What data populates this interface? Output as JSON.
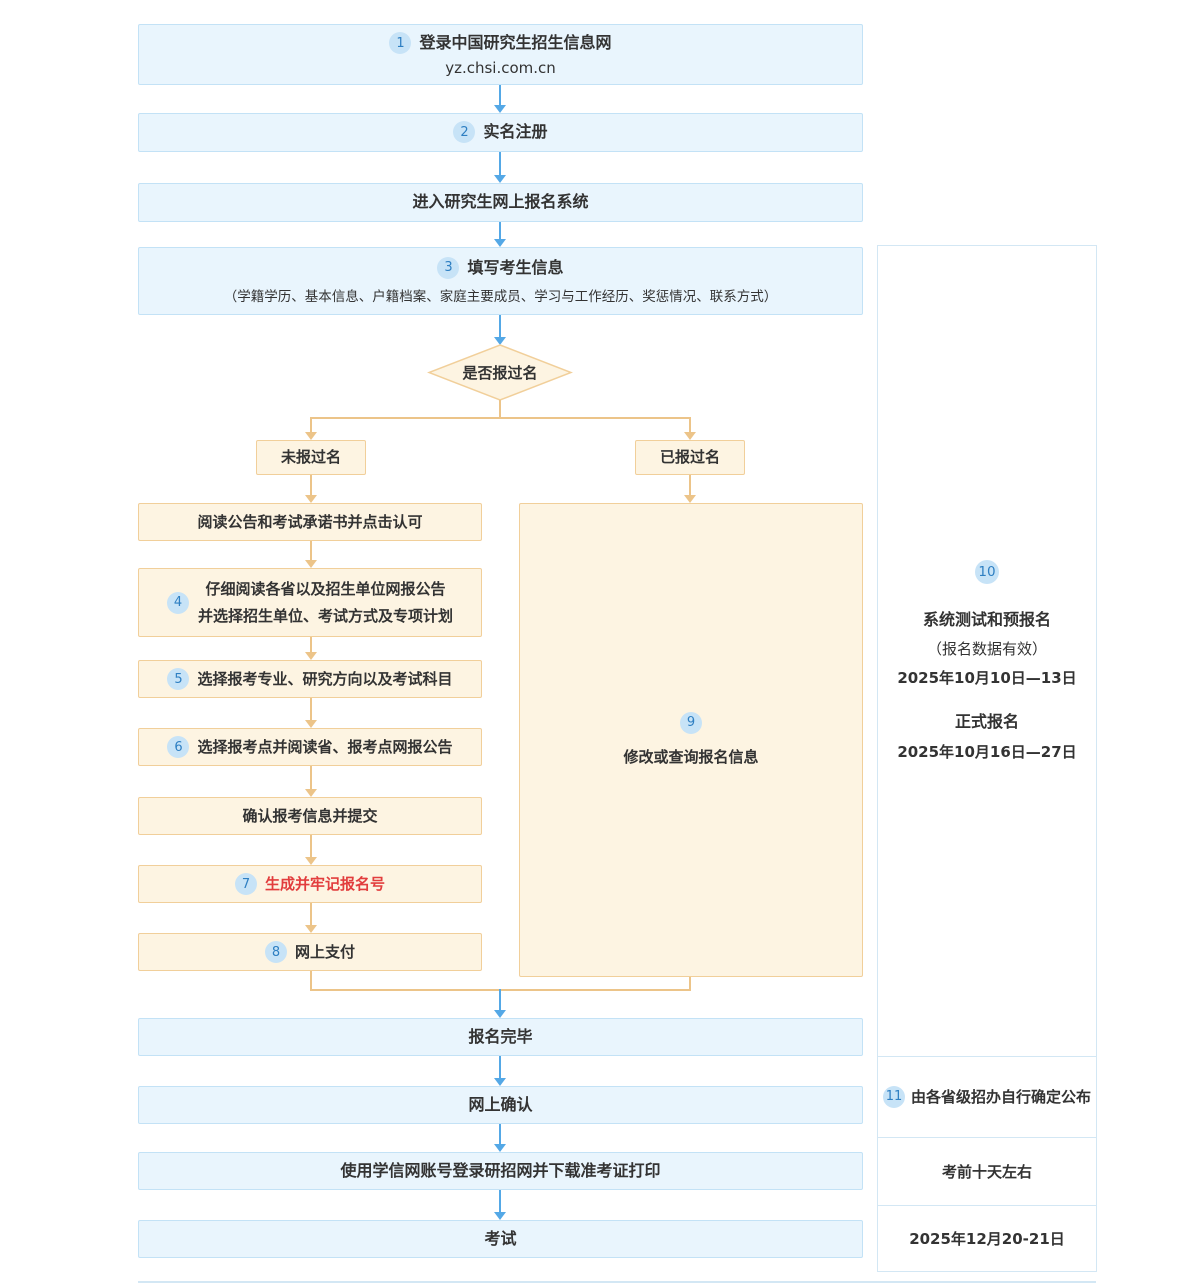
{
  "flow": {
    "step_login": {
      "badge": "1",
      "title": "登录中国研究生招生信息网",
      "url": "yz.chsi.com.cn"
    },
    "step_register": {
      "badge": "2",
      "label": "实名注册"
    },
    "step_enter": {
      "label": "进入研究生网上报名系统"
    },
    "step_fill": {
      "badge": "3",
      "label": "填写考生信息",
      "detail": "（学籍学历、基本信息、户籍档案、家庭主要成员、学习与工作经历、奖惩情况、联系方式）"
    },
    "decision": {
      "label": "是否报过名"
    },
    "branch_new": {
      "label": "未报过名"
    },
    "branch_old": {
      "label": "已报过名"
    },
    "left_steps": [
      {
        "label": "阅读公告和考试承诺书并点击认可"
      },
      {
        "badge": "4",
        "line1": "仔细阅读各省以及招生单位网报公告",
        "line2": "并选择招生单位、考试方式及专项计划"
      },
      {
        "badge": "5",
        "label": "选择报考专业、研究方向以及考试科目"
      },
      {
        "badge": "6",
        "label": "选择报考点并阅读省、报考点网报公告"
      },
      {
        "label": "确认报考信息并提交"
      },
      {
        "badge": "7",
        "label": "生成并牢记报名号"
      },
      {
        "badge": "8",
        "label": "网上支付"
      }
    ],
    "modify_box": {
      "badge": "9",
      "label": "修改或查询报名信息"
    },
    "step_done": {
      "label": "报名完毕"
    },
    "step_confirm": {
      "label": "网上确认"
    },
    "step_ticket": {
      "label": "使用学信网账号登录研招网并下载准考证打印"
    },
    "step_exam": {
      "label": "考试"
    }
  },
  "timeline": {
    "pre_reg": {
      "badge": "10",
      "title": "系统测试和预报名",
      "note": "（报名数据有效）",
      "date": "2025年10月10日—13日",
      "title2": "正式报名",
      "date2": "2025年10月16日—27日"
    },
    "confirm_note": {
      "badge": "11",
      "label": "由各省级招办自行确定公布"
    },
    "ticket_note": {
      "label": "考前十天左右"
    },
    "exam_date": {
      "label": "2025年12月20-21日"
    }
  },
  "colors": {
    "blue_box_bg": "#e9f5fd",
    "blue_box_border": "#c3e2f6",
    "orange_box_bg": "#fdf4e2",
    "orange_box_border": "#f1cf9a",
    "blue_arrow": "#54a8e6",
    "orange_line": "#ecc489",
    "badge_bg": "#c7e3f7",
    "badge_text": "#2e7fc2",
    "red_text": "#e23d3d",
    "divider": "#d3e7f4"
  }
}
